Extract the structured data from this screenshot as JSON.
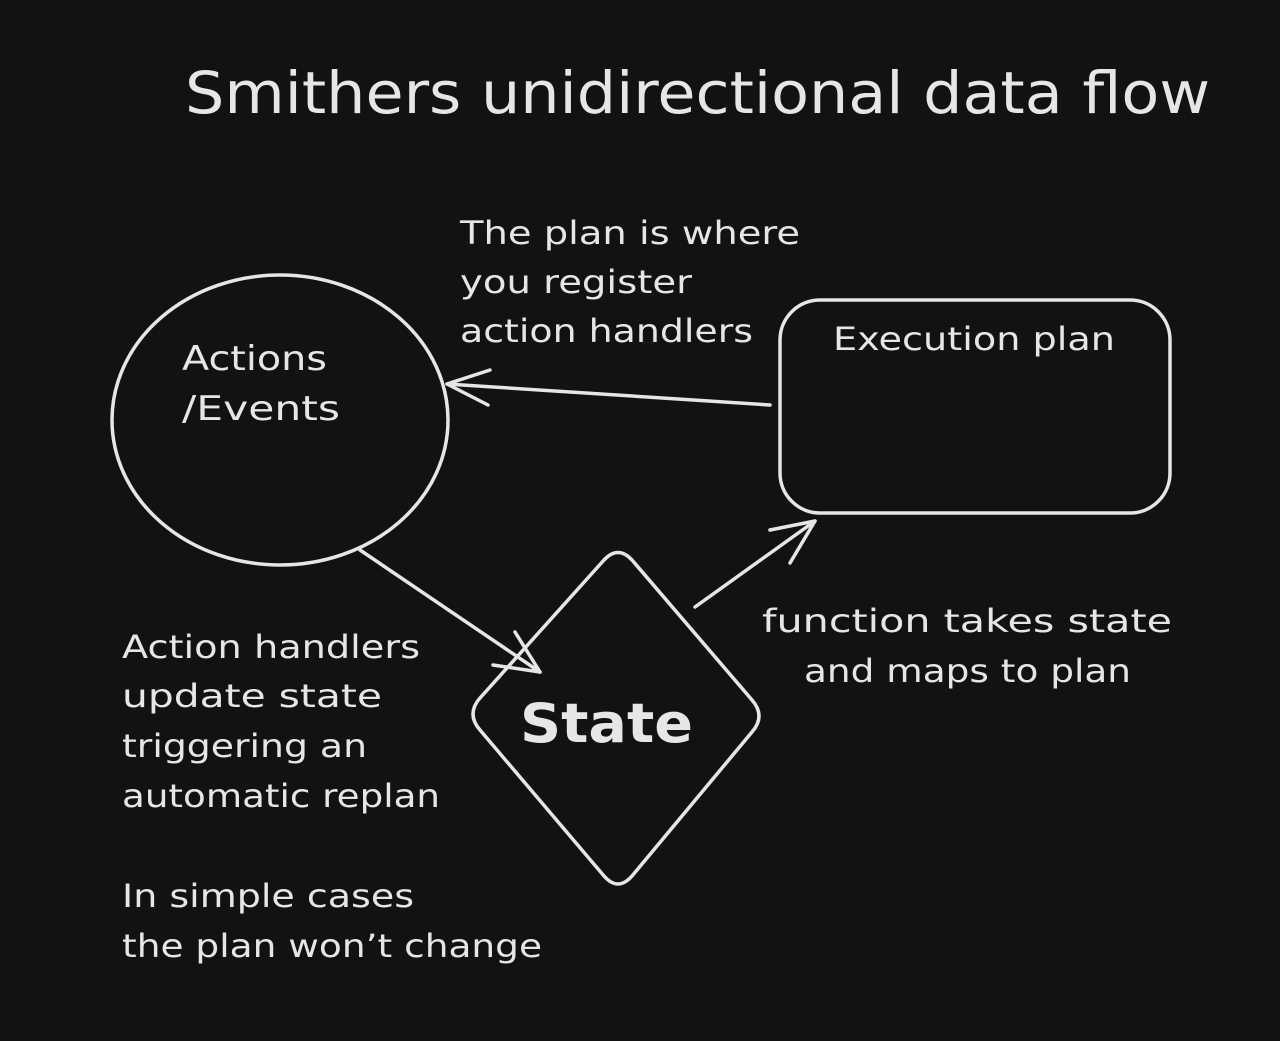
{
  "title": "Smithers unidirectional data flow",
  "colors": {
    "background": "#121212",
    "stroke": "#e6e6e6"
  },
  "nodes": {
    "actions": {
      "lines": [
        "Actions",
        "/Events"
      ],
      "shape": "ellipse"
    },
    "plan": {
      "label": "Execution plan",
      "shape": "rounded-rectangle"
    },
    "state": {
      "label": "State",
      "shape": "diamond"
    }
  },
  "annotations": {
    "plan_to_actions": [
      "The plan is where",
      "you register",
      "action handlers"
    ],
    "state_to_plan": [
      "function takes state",
      "and maps to plan"
    ],
    "actions_to_state": [
      "Action handlers",
      "update state",
      "triggering an",
      "automatic replan"
    ],
    "note": [
      "In simple cases",
      "the plan won’t change"
    ]
  },
  "edges": [
    {
      "from": "plan",
      "to": "actions"
    },
    {
      "from": "actions",
      "to": "state"
    },
    {
      "from": "state",
      "to": "plan"
    }
  ]
}
